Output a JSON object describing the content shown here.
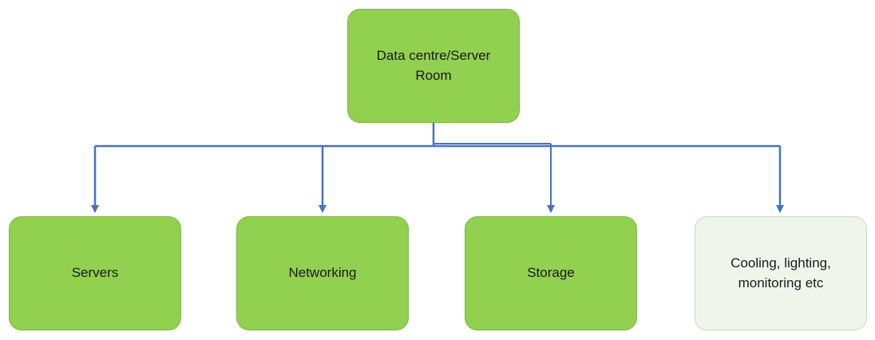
{
  "root": {
    "label_line1": "Data centre/Server",
    "label_line2": "Room"
  },
  "children": [
    {
      "label_line1": "Servers",
      "label_line2": ""
    },
    {
      "label_line1": "Networking",
      "label_line2": ""
    },
    {
      "label_line1": "Storage",
      "label_line2": ""
    },
    {
      "label_line1": "Cooling, lighting,",
      "label_line2": "monitoring etc"
    }
  ],
  "colors": {
    "node_fill": "#92d050",
    "node_fill_light": "#f0f5eb",
    "connector": "#4472c4"
  }
}
